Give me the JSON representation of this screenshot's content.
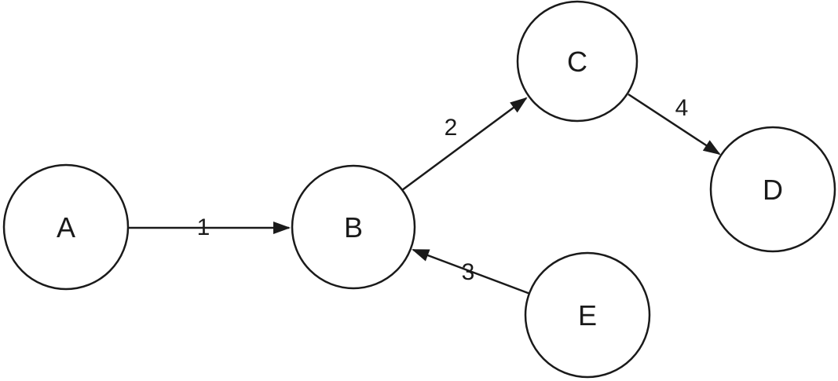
{
  "diagram": {
    "type": "directed-graph",
    "background_color": "#ffffff",
    "stroke_color": "#1a1a1a",
    "nodes": [
      {
        "id": "A",
        "label": "A"
      },
      {
        "id": "B",
        "label": "B"
      },
      {
        "id": "C",
        "label": "C"
      },
      {
        "id": "D",
        "label": "D"
      },
      {
        "id": "E",
        "label": "E"
      }
    ],
    "edges": [
      {
        "label": "1",
        "from": "A",
        "to": "B"
      },
      {
        "label": "2",
        "from": "B",
        "to": "C"
      },
      {
        "label": "3",
        "from": "E",
        "to": "B"
      },
      {
        "label": "4",
        "from": "C",
        "to": "D"
      }
    ]
  }
}
